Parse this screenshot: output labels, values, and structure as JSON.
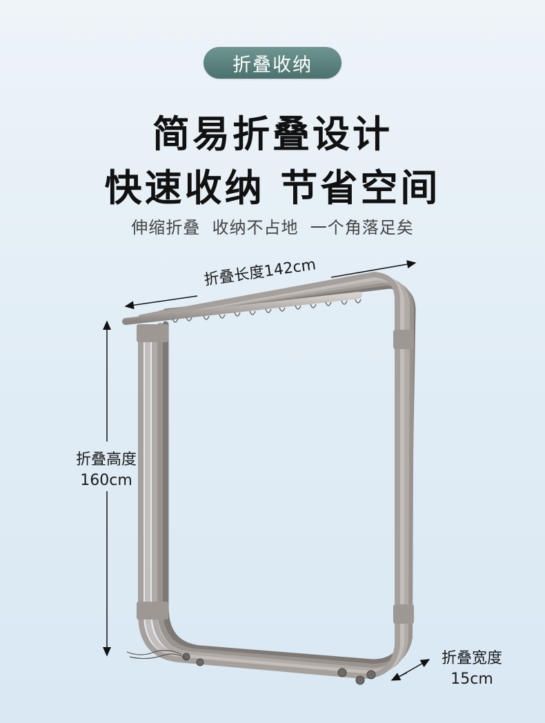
{
  "badge": {
    "label": "折叠收纳"
  },
  "headline": {
    "line1": "简易折叠设计",
    "line2": "快速收纳  节省空间"
  },
  "subheading": "伸缩折叠  收纳不占地  一个角落足矣",
  "dimensions": {
    "length_label": "折叠长度142cm",
    "height_label_line1": "折叠高度",
    "height_label_line2": "160cm",
    "width_label_line1": "折叠宽度",
    "width_label_line2": "15cm"
  },
  "colors": {
    "badge_bg": "#5a817d",
    "frame_metal": "#a8a29e",
    "text": "#1a1a1a"
  }
}
